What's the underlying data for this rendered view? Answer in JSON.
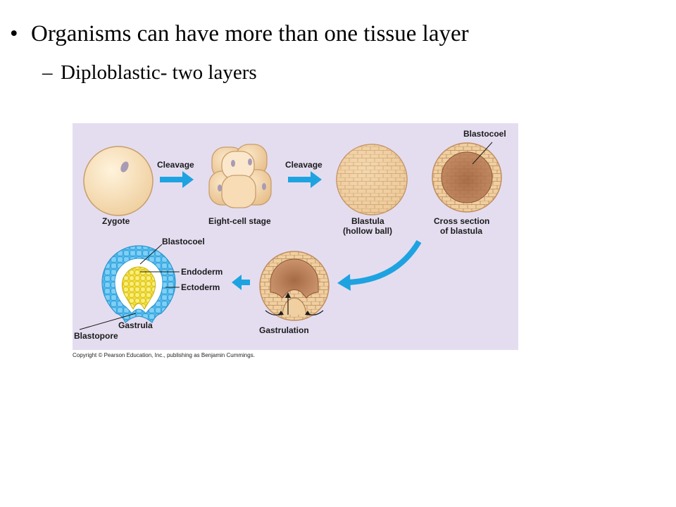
{
  "slide": {
    "bullet_symbol": "•",
    "bullet_text": "Organisms can have more than one tissue layer",
    "sub_dash": "–",
    "sub_text": "Diploblastic- two layers"
  },
  "diagram": {
    "labels": {
      "cleavage_1": "Cleavage",
      "cleavage_2": "Cleavage",
      "zygote": "Zygote",
      "eight_cell": "Eight-cell stage",
      "blastula_1": "Blastula",
      "blastula_2": "(hollow ball)",
      "cross_1": "Cross section",
      "cross_2": "of blastula",
      "blastocoel_top": "Blastocoel",
      "blastocoel_gastrula": "Blastocoel",
      "endoderm": "Endoderm",
      "ectoderm": "Ectoderm",
      "gastrula": "Gastrula",
      "blastopore": "Blastopore",
      "gastrulation": "Gastrulation"
    },
    "colors": {
      "background": "#e4ddf0",
      "arrow": "#1ea3e0",
      "cell_light": "#f6dcb4",
      "cell_dark": "#c8926a",
      "ectoderm": "#48b6ec",
      "endoderm": "#f5e23a"
    }
  },
  "copyright": "Copyright © Pearson Education, Inc., publishing as Benjamin Cummings."
}
